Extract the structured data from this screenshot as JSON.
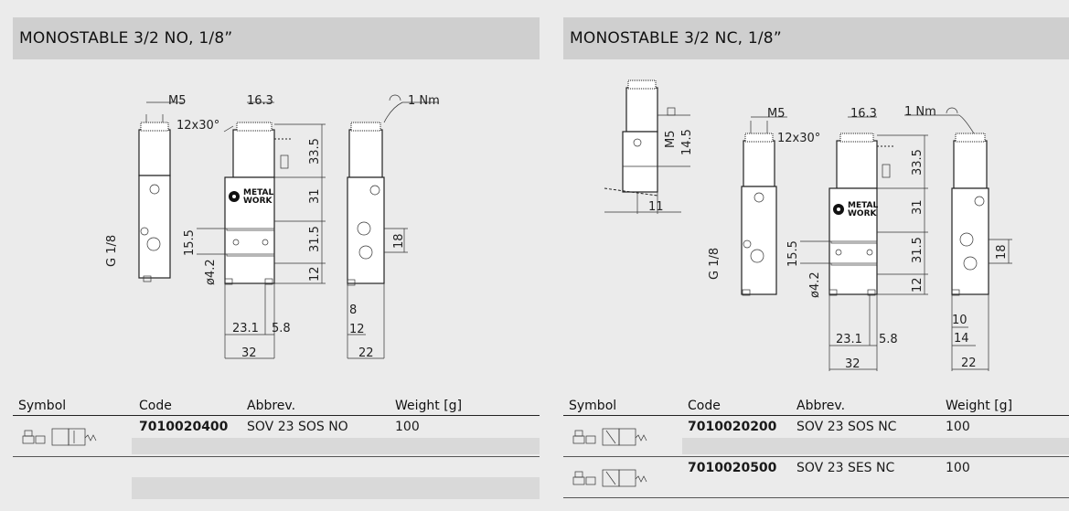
{
  "left": {
    "title": "MONOSTABLE 3/2 NO, 1/8”",
    "dims": {
      "m5": "M5",
      "w163": "16.3",
      "angle": "12x30°",
      "torque": "1 Nm",
      "h335": "33.5",
      "h31": "31",
      "h315": "31.5",
      "h12": "12",
      "g18": "G 1/8",
      "h155": "15.5",
      "d42": "ø4.2",
      "w231": "23.1",
      "w58": "5.8",
      "w32": "32",
      "h18": "18",
      "w8": "8",
      "w12": "12",
      "w22": "22"
    },
    "brand": {
      "line1": "METAL",
      "line2": "WORK"
    },
    "table": {
      "headers": {
        "symbol": "Symbol",
        "code": "Code",
        "abbrev": "Abbrev.",
        "weight": "Weight [g]"
      },
      "rows": [
        {
          "code": "7010020400",
          "abbrev": "SOV 23 SOS NO",
          "weight": "100"
        }
      ]
    }
  },
  "right": {
    "title": "MONOSTABLE 3/2 NC, 1/8”",
    "dims": {
      "m5a": "M5",
      "h145": "14.5",
      "w11": "11",
      "m5": "M5",
      "w163": "16.3",
      "angle": "12x30°",
      "torque": "1 Nm",
      "h335": "33.5",
      "h31": "31",
      "h315": "31.5",
      "h12": "12",
      "g18": "G 1/8",
      "h155": "15.5",
      "d42": "ø4.2",
      "w231": "23.1",
      "w58": "5.8",
      "w32": "32",
      "h18": "18",
      "w10": "10",
      "w14": "14",
      "w22": "22"
    },
    "brand": {
      "line1": "METAL",
      "line2": "WORK"
    },
    "table": {
      "headers": {
        "symbol": "Symbol",
        "code": "Code",
        "abbrev": "Abbrev.",
        "weight": "Weight [g]"
      },
      "rows": [
        {
          "code": "7010020200",
          "abbrev": "SOV 23 SOS NC",
          "weight": "100"
        },
        {
          "code": "7010020500",
          "abbrev": "SOV 23 SES NC",
          "weight": "100"
        }
      ]
    }
  }
}
